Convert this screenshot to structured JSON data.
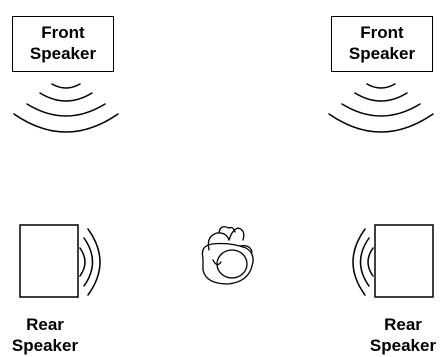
{
  "front_left": {
    "line1": "Front",
    "line2": "Speaker"
  },
  "front_right": {
    "line1": "Front",
    "line2": "Speaker"
  },
  "rear_left": {
    "line1": "Rear",
    "line2": "Speaker"
  },
  "rear_right": {
    "line1": "Rear",
    "line2": "Speaker"
  }
}
